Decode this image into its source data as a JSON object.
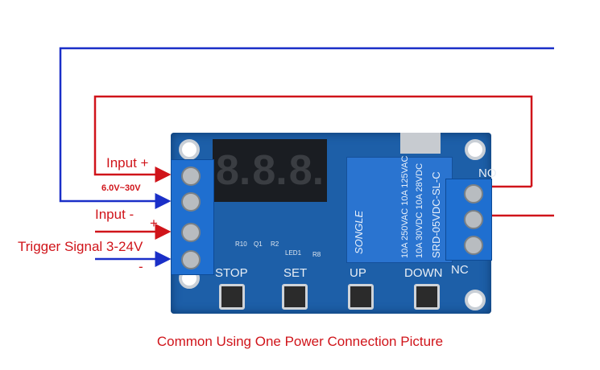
{
  "labels": {
    "input_plus": "Input +",
    "voltage_range": "6.0V~30V",
    "input_minus": "Input -",
    "trigger_plus": "+",
    "trigger_signal": "Trigger Signal 3-24V",
    "trigger_minus": "-"
  },
  "board": {
    "display_digits": [
      "8.",
      "8.",
      "8."
    ],
    "buttons": [
      "STOP",
      "SET",
      "UP",
      "DOWN"
    ],
    "silkscreen": [
      "R10",
      "Q1",
      "R2",
      "LED1",
      "R8"
    ],
    "no_label": "NO",
    "nc_label": "NC"
  },
  "relay": {
    "brand": "SONGLE",
    "rating_1": "10A 250VAC 10A 125VAC",
    "rating_2": "10A 30VDC 10A 28VDC",
    "model": "SRD-05VDC-SL-C"
  },
  "caption": "Common Using One Power Connection Picture",
  "colors": {
    "positive_wire": "#d0141a",
    "negative_wire": "#1a2fc8",
    "board": "#1d5fa8"
  }
}
